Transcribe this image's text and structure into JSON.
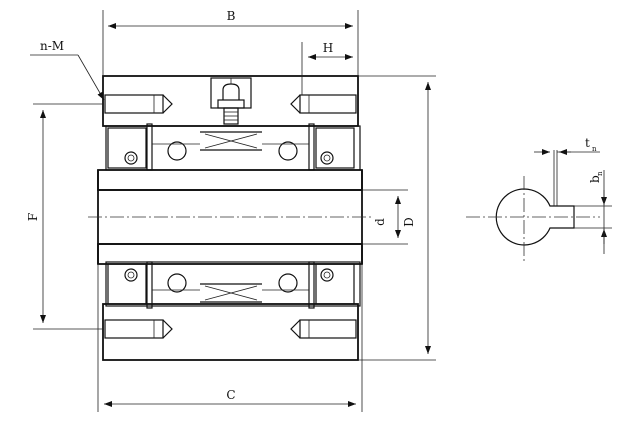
{
  "labels": {
    "B": "B",
    "H": "H",
    "nM": "n-M",
    "F": "F",
    "d": "d",
    "D": "D",
    "C": "C",
    "t_main": "t",
    "t_sub": "n",
    "b_main": "b",
    "b_sub": "n"
  }
}
